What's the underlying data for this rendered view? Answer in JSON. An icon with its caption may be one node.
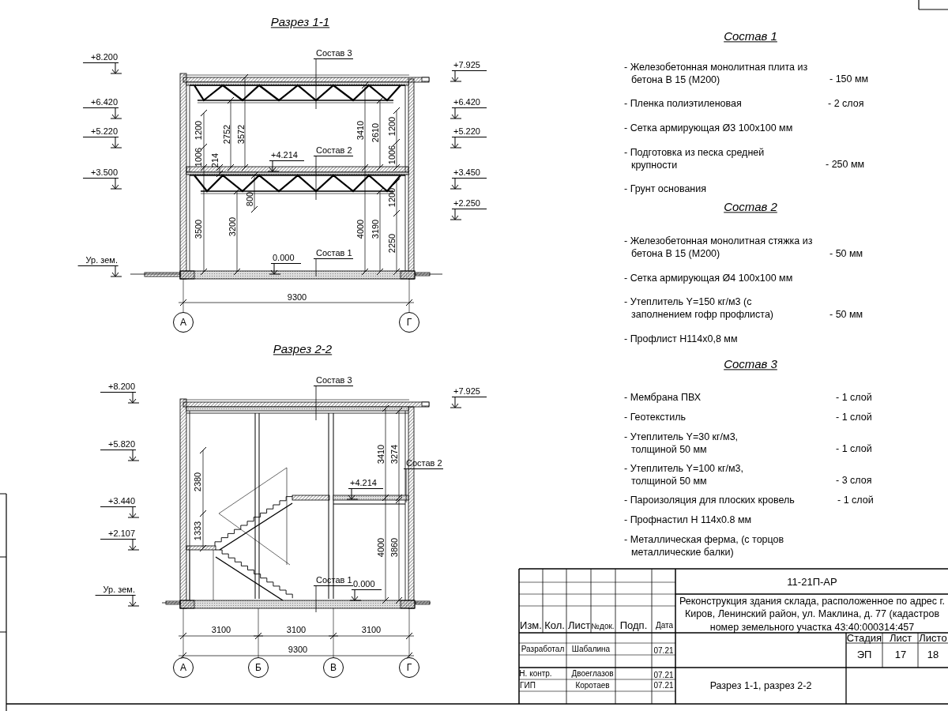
{
  "diagram": {
    "nodes": [
      {
        "text": [
          "Состав 3"
        ]
      },
      {
        "text": [
          "Состав 2"
        ]
      },
      {
        "text": [
          "Состав 1"
        ]
      },
      {
        "text": [
          "А"
        ]
      },
      {
        "text": [
          "Г"
        ]
      },
      {
        "text": [
          "Состав 3"
        ]
      },
      {
        "text": [
          "Состав 2"
        ]
      },
      {
        "text": [
          "Состав 1"
        ]
      },
      {
        "text": [
          "А"
        ]
      },
      {
        "text": [
          "Б"
        ]
      },
      {
        "text": [
          "В"
        ]
      },
      {
        "text": [
          "Г"
        ]
      }
    ],
    "edges": [
      {
        "from": 0,
        "to": null,
        "arrow": "none"
      },
      {
        "from": 1,
        "to": null,
        "arrow": "none"
      },
      {
        "from": 2,
        "to": null,
        "arrow": "none"
      },
      {
        "from": 5,
        "to": null,
        "arrow": "none"
      },
      {
        "from": 6,
        "to": null,
        "arrow": "none"
      },
      {
        "from": 7,
        "to": null,
        "arrow": "none"
      }
    ],
    "labels": [
      "Разрез 1-1",
      "+8.200",
      "+6.420",
      "+5.220",
      "+3.500",
      "Ур. зем.",
      "+7.925",
      "+6.420",
      "+5.220",
      "+3.450",
      "+2.250",
      "1200",
      "1006",
      "214",
      "2752",
      "3572",
      "+4.214",
      "3410",
      "2610",
      "1200",
      "1006",
      "800",
      "3500",
      "3200",
      "4000",
      "3190",
      "1200",
      "2250",
      "0.000",
      "9300",
      "Разрез 2-2",
      "+8.200",
      "+5.820",
      "+3.440",
      "+2.107",
      "Ур. зем.",
      "+7.925",
      "2380",
      "1333",
      "3410",
      "3274",
      "+4.214",
      "4000",
      "3860",
      "0.000",
      "3100",
      "3100",
      "3100",
      "9300",
      "Состав 1",
      "- Железобетонная монолитная плита из бетона В 15 (М200)",
      "- 150 мм",
      "- Пленка полиэтиленовая",
      "- 2 слоя",
      "- Сетка армирующая Ø3 100x100 мм",
      "- Подготовка из песка средней крупности",
      "- 250 мм",
      "- Грунт основания",
      "Состав 2",
      "- Железобетонная монолитная стяжка из бетона В 15 (М200)",
      "- 50 мм",
      "- Сетка армирующая Ø4 100x100 мм",
      "- Утеплитель Y=150 кг/м3 (с заполнением гофр профлиста)",
      "- 50 мм",
      "- Профлист Н114x0,8 мм",
      "Состав 3",
      "- Мембрана ПВХ",
      "- 1 слой",
      "- Геотекстиль",
      "- 1 слой",
      "- Утеплитель Y=30 кг/м3, толщиной 50 мм",
      "- 1 слой",
      "- Утеплитель Y=100 кг/м3, толщиной 50 мм",
      "- 3 слоя",
      "- Пароизоляция для плоских кровель",
      "- 1 слой",
      "- Профнастил Н 114x0.8 мм",
      "- Металлическая ферма, (с торцов металлические балки)",
      "Изм.",
      "Кол.",
      "Лист",
      "№док.",
      "Подп.",
      "Дата",
      "Разработал",
      "Шабалина",
      "07.21",
      "Н. контр.",
      "Двоеглазов",
      "07.21",
      "ГИП",
      "Коротаев",
      "07.21",
      "11-21П-АР",
      "Реконструкция здания склада, расположенное по адрес г. Киров, Ленинский район, ул. Маклина, д. 77 (кадастров номер земельного участка 43:40:000314:457",
      "Стадия",
      "Лист",
      "Листо",
      "ЭП",
      "17",
      "18",
      "Разрез 1-1, разрез 2-2"
    ]
  }
}
